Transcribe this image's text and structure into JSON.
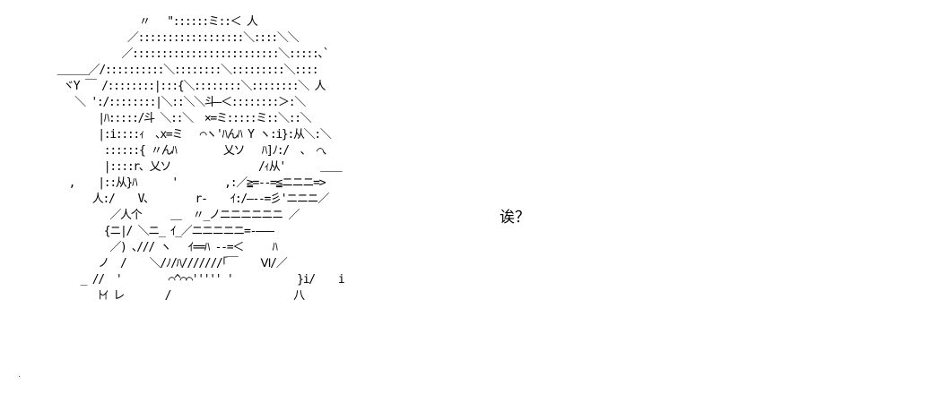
{
  "ascii_art": {
    "lines": [
      "                  ￣￣￣ ",
      "                 〃   \"::::::ミ::＜ 人",
      "               ／::::::::::::::::::＼::::＼＼",
      "              ／:::::::::::::::::::::::::＼:::::､`",
      "   ＿＿＿／/::::::::::＼::::::::＼:::::::::＼::::",
      "    ヾY ￣ /::::::::|:::{＼::::::::＼::::::::＼ 人",
      "      ＼ ':/::::::::|＼::＼＼斗―＜::::::::＞:＼",
      "          |ﾊ:::::/斗 ＼::＼  ×=ミ:::::ミ::＼::＼",
      "          |:i::::ｨ  ､x=ミ   ⌒ヽ'ﾊんﾊ Y ヽ:i}:从＼:＼",
      "           ::::::{ 〃んﾊ        乂ソ   ﾊ]ﾉ:/  ､  ⌒､",
      "           |::::r､ 乂ソ               /ｨ从'      ＿＿",
      "     ,    |::从}ﾊ      '        ,:／≧=--=≦ニニニ=>",
      "         人:/    V､        r‐    ｲ:/―--=彡'ニニニ／",
      "            ／人个     ＿  〃_ノニニニニニニ ／",
      "           {ニ|/ ＼ニ_ ｲ_／ニニニニニ=-―――",
      "            ／) ､/// ヽ   ｲ==ﾊ --=＜     ﾊ",
      "          ノ  /    ＼/ﾉ/ﾊ///////｢￣    Ⅵ/／",
      "       _ //  '        ⌒^⌒⌒''''' '           }i/    i",
      "          ﾄｲ レ       /                     八"
    ]
  },
  "speech": {
    "text": "诶？"
  }
}
